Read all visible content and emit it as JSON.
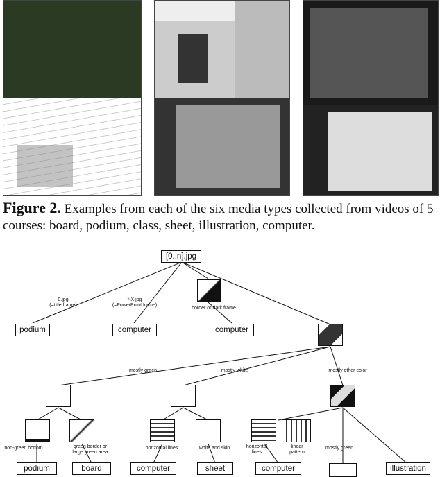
{
  "figure": {
    "number": "Figure 2.",
    "caption": "Examples from each of the six media types collected from videos of 5 courses: board, podium, class, sheet, illustration, computer."
  },
  "tree": {
    "root": "[0..n].jpg",
    "edges": {
      "title_frame": "0.jpg\n(=title frame)",
      "ppt_frame": "*-X.jpg\n(=PowerPoint frame)",
      "border_dark": "border or dark frame",
      "mostly_green": "mostly green",
      "mostly_white": "mostly white",
      "mostly_other": "mostly other color",
      "non_green_bottom": "non-green bottom",
      "green_border": "green border or\nlarge green area",
      "horizontal_lines": "horizontal lines",
      "white_and_skin": "white and skin",
      "horizontal_lines_2": "horizontal\nlines",
      "linear_pattern": "linear\npattern",
      "mostly_green_2": "mostly green"
    },
    "leaves": {
      "podium_1": "podium",
      "computer_1": "computer",
      "computer_2": "computer",
      "podium_2": "podium",
      "board": "board",
      "computer_3": "computer",
      "sheet": "sheet",
      "computer_4": "computer",
      "illustration": "illustration"
    }
  }
}
